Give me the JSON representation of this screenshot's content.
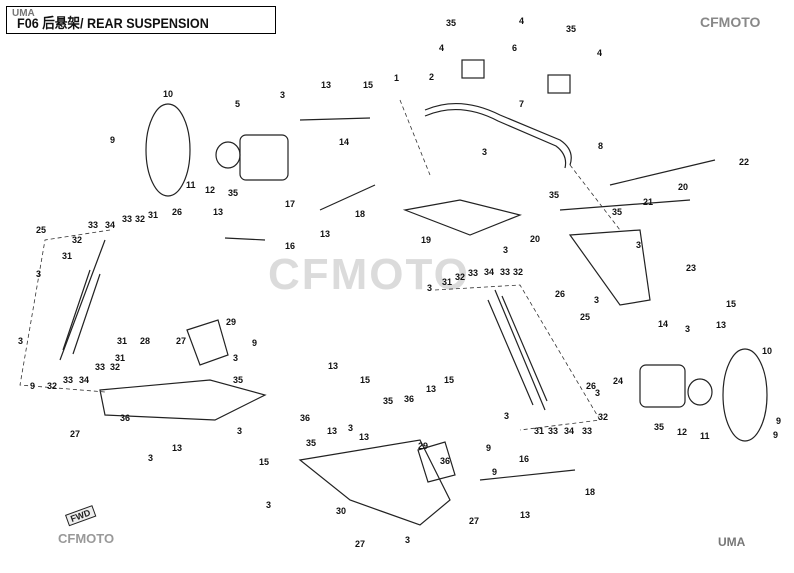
{
  "header": {
    "title": "F06 后悬架/ REAR SUSPENSION",
    "uma_logo": "UMA"
  },
  "branding": {
    "top_right": "CFMOTO",
    "bottom_left": "CFMOTO",
    "watermark": "CFMOTO",
    "bottom_right": "UMA",
    "fwd_label": "FWD"
  },
  "callouts": [
    {
      "id": "c1",
      "text": "35"
    },
    {
      "id": "c2",
      "text": "4"
    },
    {
      "id": "c3",
      "text": "4"
    },
    {
      "id": "c4",
      "text": "6"
    },
    {
      "id": "c5",
      "text": "35"
    },
    {
      "id": "c6",
      "text": "4"
    },
    {
      "id": "c7",
      "text": "1"
    },
    {
      "id": "c8",
      "text": "2"
    },
    {
      "id": "c9",
      "text": "7"
    },
    {
      "id": "c10",
      "text": "10"
    },
    {
      "id": "c11",
      "text": "5"
    },
    {
      "id": "c12",
      "text": "3"
    },
    {
      "id": "c13",
      "text": "13"
    },
    {
      "id": "c14",
      "text": "15"
    },
    {
      "id": "c15",
      "text": "14"
    },
    {
      "id": "c16",
      "text": "9"
    },
    {
      "id": "c17",
      "text": "11"
    },
    {
      "id": "c18",
      "text": "12"
    },
    {
      "id": "c19",
      "text": "35"
    },
    {
      "id": "c20",
      "text": "17"
    },
    {
      "id": "c21",
      "text": "13"
    },
    {
      "id": "c22",
      "text": "18"
    },
    {
      "id": "c23",
      "text": "3"
    },
    {
      "id": "c24",
      "text": "8"
    },
    {
      "id": "c25",
      "text": "22"
    },
    {
      "id": "c26",
      "text": "20"
    },
    {
      "id": "c27",
      "text": "21"
    },
    {
      "id": "c28",
      "text": "35"
    },
    {
      "id": "c29",
      "text": "19"
    },
    {
      "id": "c30",
      "text": "35"
    },
    {
      "id": "c31",
      "text": "20"
    },
    {
      "id": "c32",
      "text": "3"
    },
    {
      "id": "c33",
      "text": "3"
    },
    {
      "id": "c34",
      "text": "23"
    },
    {
      "id": "c35",
      "text": "25"
    },
    {
      "id": "c36",
      "text": "32"
    },
    {
      "id": "c37",
      "text": "33"
    },
    {
      "id": "c38",
      "text": "34"
    },
    {
      "id": "c39",
      "text": "33"
    },
    {
      "id": "c40",
      "text": "32"
    },
    {
      "id": "c41",
      "text": "31"
    },
    {
      "id": "c42",
      "text": "26"
    },
    {
      "id": "c43",
      "text": "13"
    },
    {
      "id": "c44",
      "text": "3"
    },
    {
      "id": "c45",
      "text": "31"
    },
    {
      "id": "c46",
      "text": "16"
    },
    {
      "id": "c47",
      "text": "3"
    },
    {
      "id": "c48",
      "text": "31"
    },
    {
      "id": "c49",
      "text": "32"
    },
    {
      "id": "c50",
      "text": "33"
    },
    {
      "id": "c51",
      "text": "34"
    },
    {
      "id": "c52",
      "text": "33"
    },
    {
      "id": "c53",
      "text": "32"
    },
    {
      "id": "c54",
      "text": "26"
    },
    {
      "id": "c55",
      "text": "3"
    },
    {
      "id": "c56",
      "text": "15"
    },
    {
      "id": "c57",
      "text": "25"
    },
    {
      "id": "c58",
      "text": "14"
    },
    {
      "id": "c59",
      "text": "3"
    },
    {
      "id": "c60",
      "text": "13"
    },
    {
      "id": "c61",
      "text": "29"
    },
    {
      "id": "c62",
      "text": "28"
    },
    {
      "id": "c63",
      "text": "27"
    },
    {
      "id": "c64",
      "text": "9"
    },
    {
      "id": "c65",
      "text": "3"
    },
    {
      "id": "c66",
      "text": "31"
    },
    {
      "id": "c67",
      "text": "3"
    },
    {
      "id": "c68",
      "text": "9"
    },
    {
      "id": "c69",
      "text": "10"
    },
    {
      "id": "c70",
      "text": "32"
    },
    {
      "id": "c71",
      "text": "31"
    },
    {
      "id": "c72",
      "text": "32"
    },
    {
      "id": "c73",
      "text": "33"
    },
    {
      "id": "c74",
      "text": "34"
    },
    {
      "id": "c75",
      "text": "33"
    },
    {
      "id": "c76",
      "text": "35"
    },
    {
      "id": "c77",
      "text": "24"
    },
    {
      "id": "c78",
      "text": "26"
    },
    {
      "id": "c79",
      "text": "3"
    },
    {
      "id": "c80",
      "text": "13"
    },
    {
      "id": "c81",
      "text": "15"
    },
    {
      "id": "c82",
      "text": "13"
    },
    {
      "id": "c83",
      "text": "15"
    },
    {
      "id": "c84",
      "text": "27"
    },
    {
      "id": "c85",
      "text": "36"
    },
    {
      "id": "c86",
      "text": "13"
    },
    {
      "id": "c87",
      "text": "3"
    },
    {
      "id": "c88",
      "text": "15"
    },
    {
      "id": "c89",
      "text": "36"
    },
    {
      "id": "c90",
      "text": "35"
    },
    {
      "id": "c91",
      "text": "36"
    },
    {
      "id": "c92",
      "text": "13"
    },
    {
      "id": "c93",
      "text": "3"
    },
    {
      "id": "c94",
      "text": "31"
    },
    {
      "id": "c95",
      "text": "33"
    },
    {
      "id": "c96",
      "text": "34"
    },
    {
      "id": "c97",
      "text": "33"
    },
    {
      "id": "c98",
      "text": "32"
    },
    {
      "id": "c99",
      "text": "35"
    },
    {
      "id": "c100",
      "text": "12"
    },
    {
      "id": "c101",
      "text": "11"
    },
    {
      "id": "c102",
      "text": "9"
    },
    {
      "id": "c103",
      "text": "9"
    },
    {
      "id": "c104",
      "text": "29"
    },
    {
      "id": "c105",
      "text": "9"
    },
    {
      "id": "c106",
      "text": "16"
    },
    {
      "id": "c107",
      "text": "3"
    },
    {
      "id": "c108",
      "text": "13"
    },
    {
      "id": "c109",
      "text": "3"
    },
    {
      "id": "c110",
      "text": "3"
    },
    {
      "id": "c111",
      "text": "18"
    },
    {
      "id": "c112",
      "text": "13"
    },
    {
      "id": "c113",
      "text": "30"
    },
    {
      "id": "c114",
      "text": "27"
    },
    {
      "id": "c115",
      "text": "27"
    },
    {
      "id": "c116",
      "text": "3"
    },
    {
      "id": "c117",
      "text": "35"
    },
    {
      "id": "c118",
      "text": "36"
    },
    {
      "id": "c119",
      "text": "9"
    }
  ]
}
